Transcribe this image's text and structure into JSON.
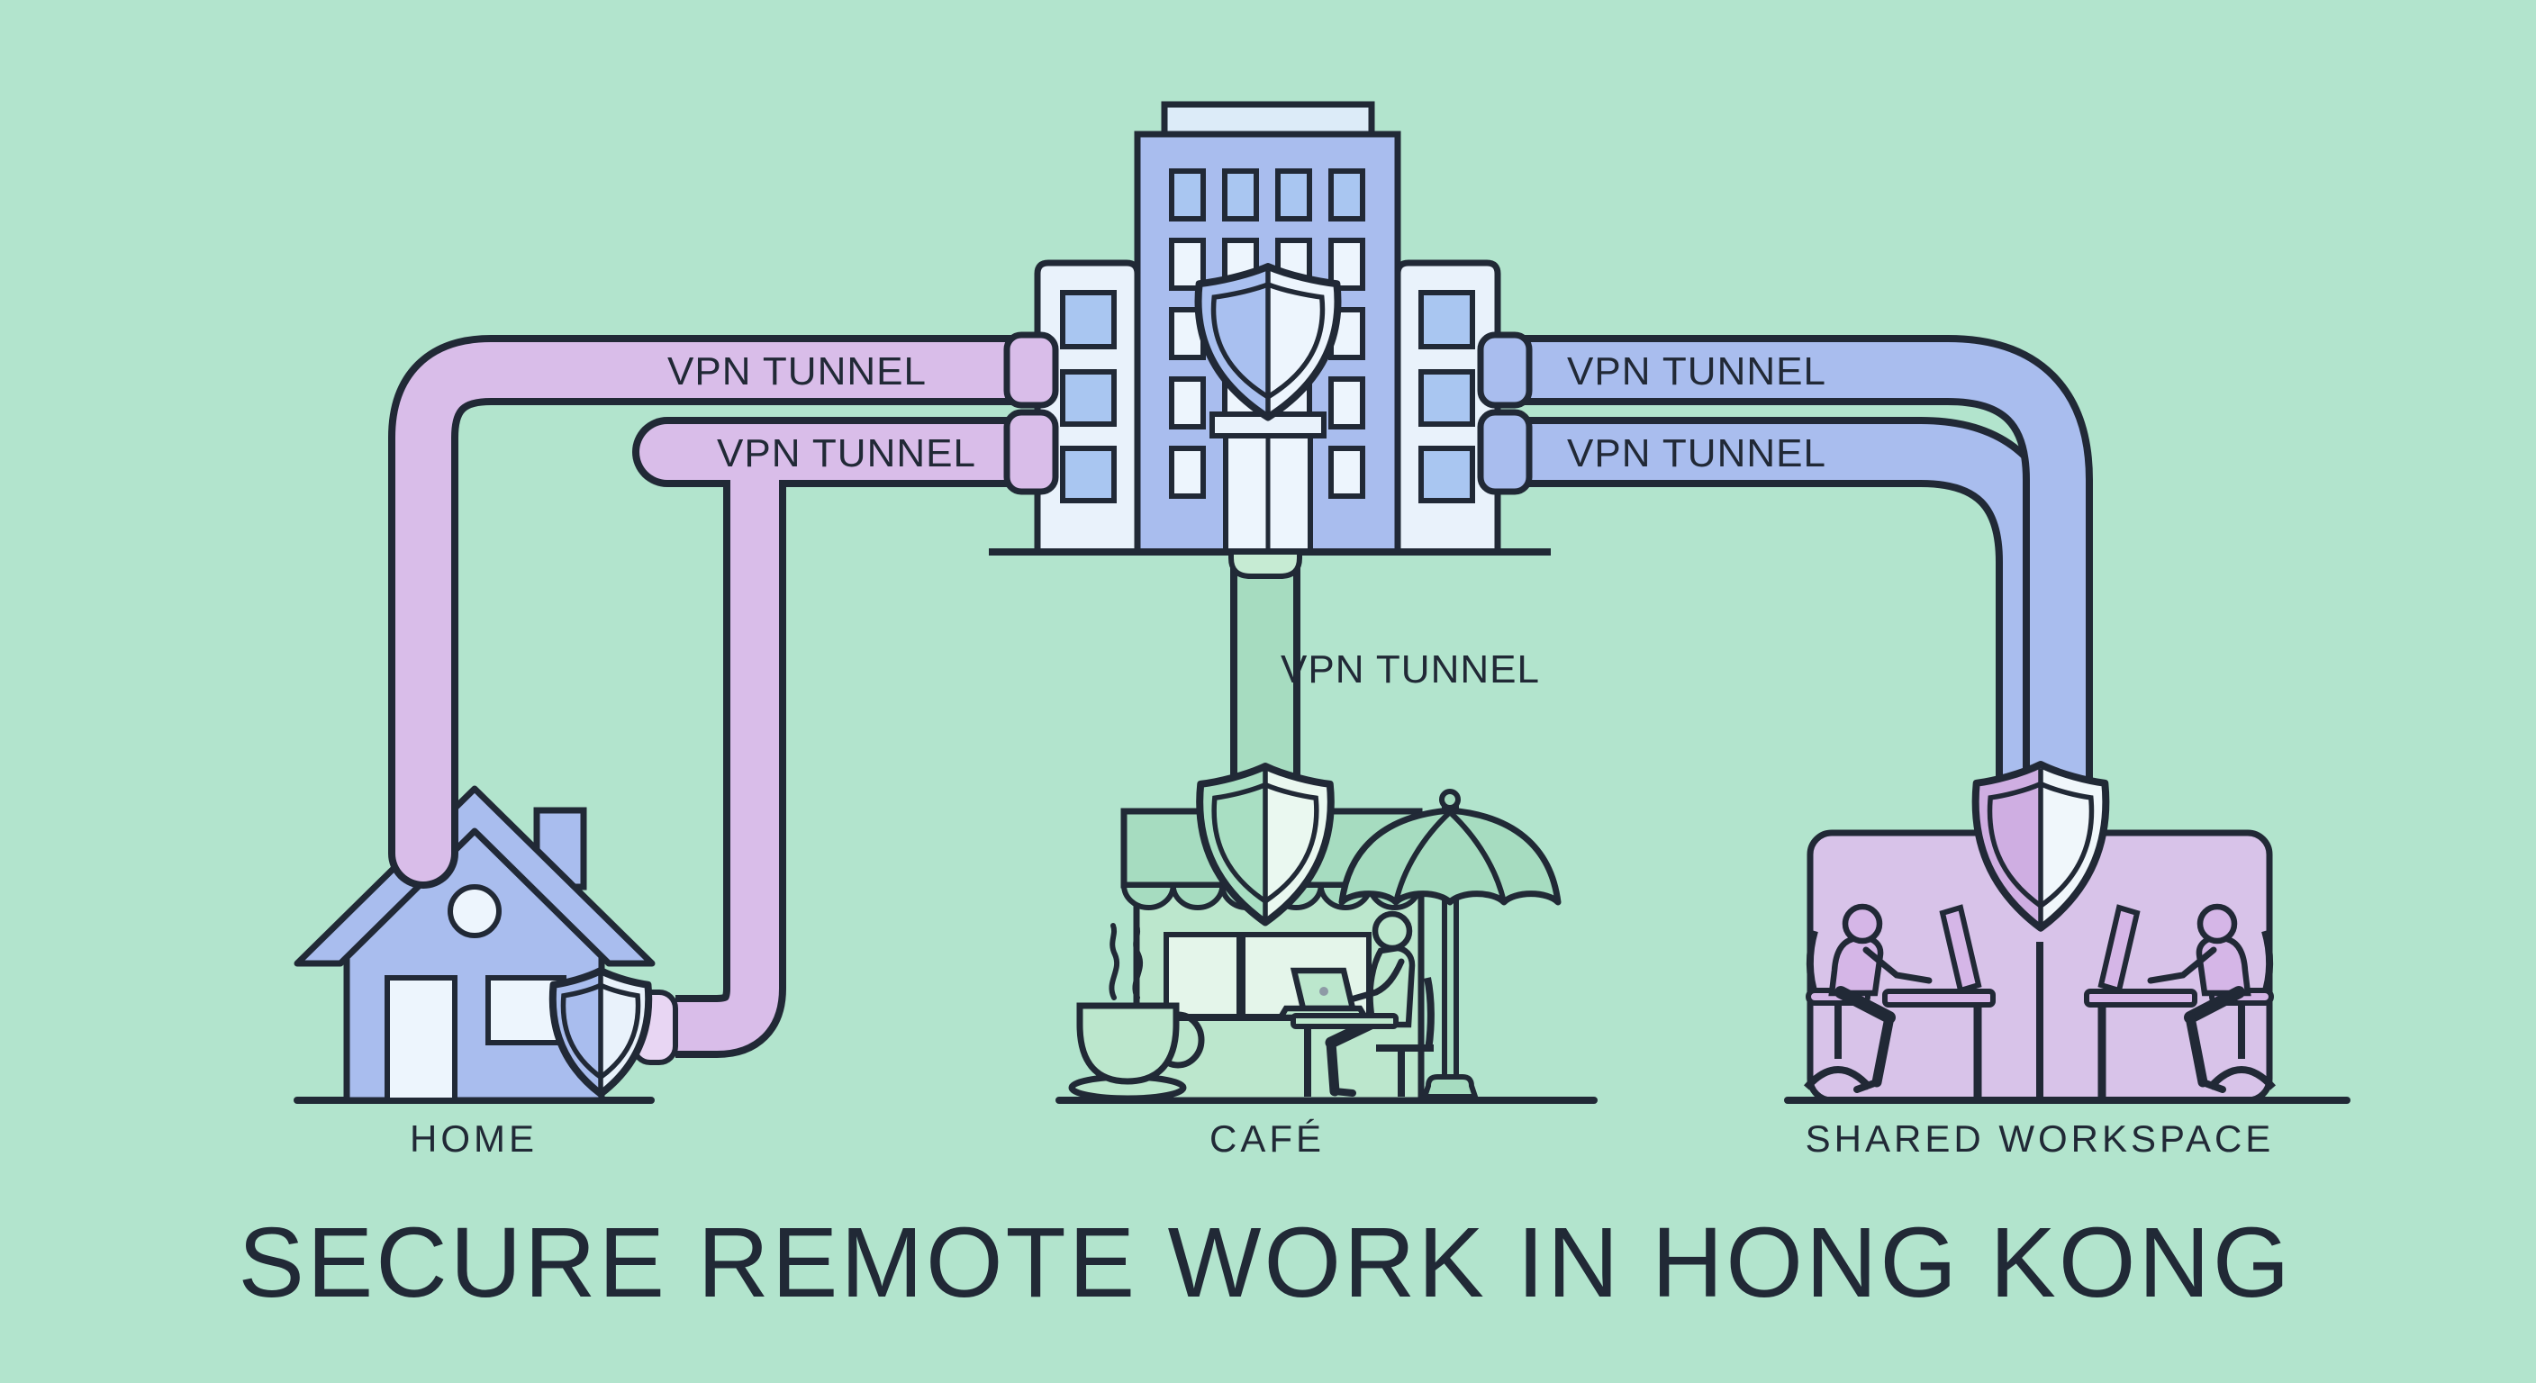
{
  "title": "SECURE REMOTE WORK IN HONG KONG",
  "locations": {
    "home": {
      "label": "HOME"
    },
    "cafe": {
      "label": "CAFÉ"
    },
    "workspace": {
      "label": "SHARED WORKSPACE"
    }
  },
  "tunnels": {
    "home_upper": {
      "label": "VPN TUNNEL"
    },
    "home_lower": {
      "label": "VPN TUNNEL"
    },
    "cafe": {
      "label": "VPN TUNNEL"
    },
    "workspace_upper": {
      "label": "VPN TUNNEL"
    },
    "workspace_lower": {
      "label": "VPN TUNNEL"
    }
  },
  "colors": {
    "bg": "#b2e4cd",
    "ink": "#212936",
    "blue": "#a9bdee",
    "wing": "#e9f2fb",
    "win-blue": "#a9c6f1",
    "win-white": "#edf5fd",
    "parapet": "#dcebf8",
    "pink": "#d9bde9",
    "pink-light": "#e8d6f3",
    "green": "#a6dcc0",
    "green-cap": "#c6ebd3",
    "cafe-body": "#bce7cd",
    "cafe-window": "#e4f5ea",
    "purple": "#d8c3e9",
    "purple-item": "#d5b6e7",
    "shield-blue": "#a9c0f0",
    "shield-white": "#edf5fd",
    "shield-green": "#a9dfc3",
    "shield-green-light": "#eaf8f0",
    "shield-purple": "#cfaee2",
    "shield-purple-light": "#f0f7fb",
    "laptop-dot": "#8e9aa6"
  }
}
